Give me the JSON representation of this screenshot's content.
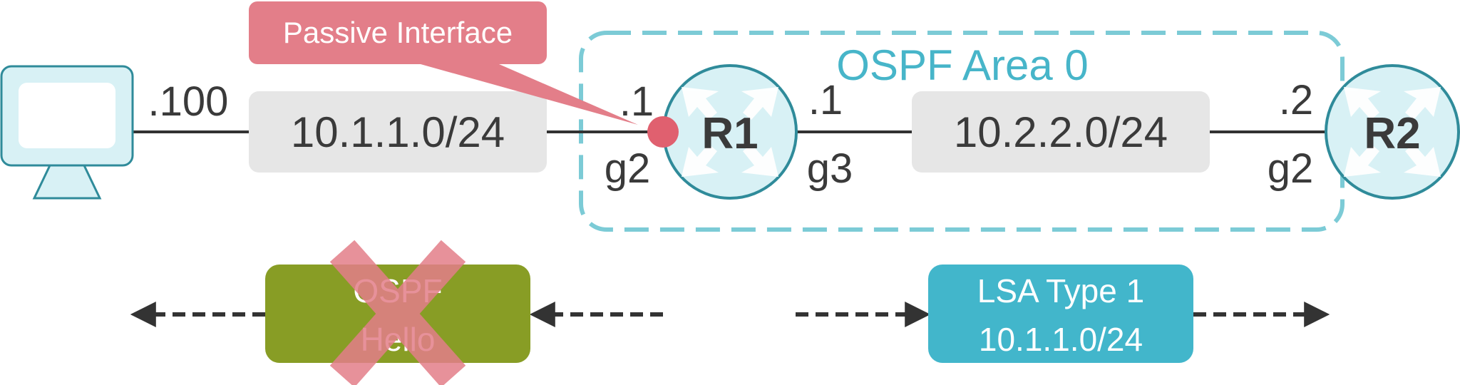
{
  "callout": {
    "text": "Passive Interface"
  },
  "area": {
    "label": "OSPF Area 0"
  },
  "pc": {
    "ip": ".100"
  },
  "subnet_left": {
    "label": "10.1.1.0/24"
  },
  "subnet_right": {
    "label": "10.2.2.0/24"
  },
  "r1": {
    "name": "R1",
    "left_ip": ".1",
    "left_if": "g2",
    "right_ip": ".1",
    "right_if": "g3"
  },
  "r2": {
    "name": "R2",
    "ip": ".2",
    "if": "g2"
  },
  "hello_box": {
    "line1": "OSPF",
    "line2": "Hello"
  },
  "lsa_box": {
    "line1": "LSA Type 1",
    "line2": "10.1.1.0/24"
  },
  "colors": {
    "callout": "#e37e89",
    "area_border": "#7ccbd6",
    "area_text": "#47b5c9",
    "router_fill": "#d8f1f5",
    "router_stroke": "#2f8b9a",
    "subnet_fill": "#e6e6e6",
    "hello_fill": "#889d25",
    "lsa_fill": "#42b6cb",
    "passive_dot": "#e0606f",
    "line": "#333333",
    "text": "#3a3a3a"
  }
}
